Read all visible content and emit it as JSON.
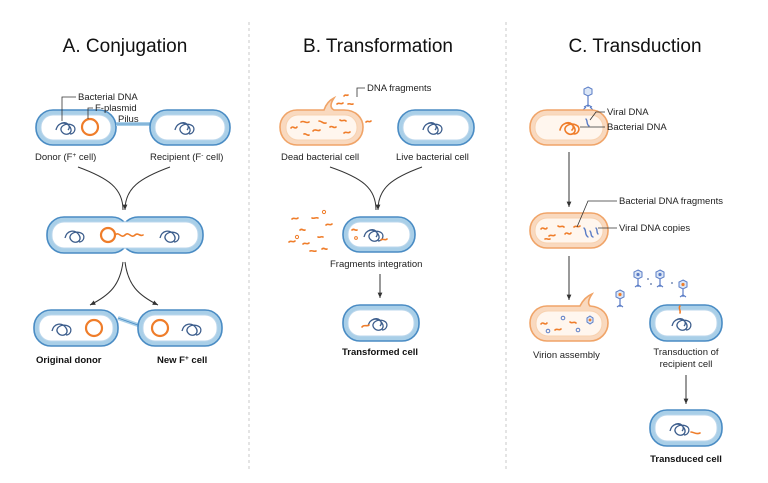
{
  "panels": {
    "conjugation": {
      "title": "A. Conjugation",
      "bacterial_dna": "Bacterial DNA",
      "f_plasmid": "F-plasmid",
      "pilus": "Pilus",
      "donor_pre": "Donor (F",
      "donor_sup": "+",
      "donor_post": " cell)",
      "recipient_pre": "Recipient (F",
      "recipient_sup": "-",
      "recipient_post": " cell)",
      "original_donor": "Original donor",
      "new_cell_pre": "New F",
      "new_cell_sup": "+",
      "new_cell_post": " cell"
    },
    "transformation": {
      "title": "B. Transformation",
      "dna_fragments": "DNA fragments",
      "dead_cell": "Dead bacterial cell",
      "live_cell": "Live bacterial cell",
      "integration": "Fragments integration",
      "transformed_cell": "Transformed cell"
    },
    "transduction": {
      "title": "C. Transduction",
      "viral_dna": "Viral DNA",
      "bacterial_dna": "Bacterial DNA",
      "bacterial_dna_fragments": "Bacterial DNA fragments",
      "viral_dna_copies": "Viral DNA copies",
      "virion_assembly": "Virion assembly",
      "transduction_line1": "Transduction of",
      "transduction_line2": "recipient cell",
      "transduced_cell": "Transduced cell"
    }
  },
  "colors": {
    "cell_blue": "#a9cfe8",
    "cell_orange": "#f9d9bf",
    "plasmid_orange": "#ef7d2a",
    "dna_navy": "#3c5d8c"
  }
}
